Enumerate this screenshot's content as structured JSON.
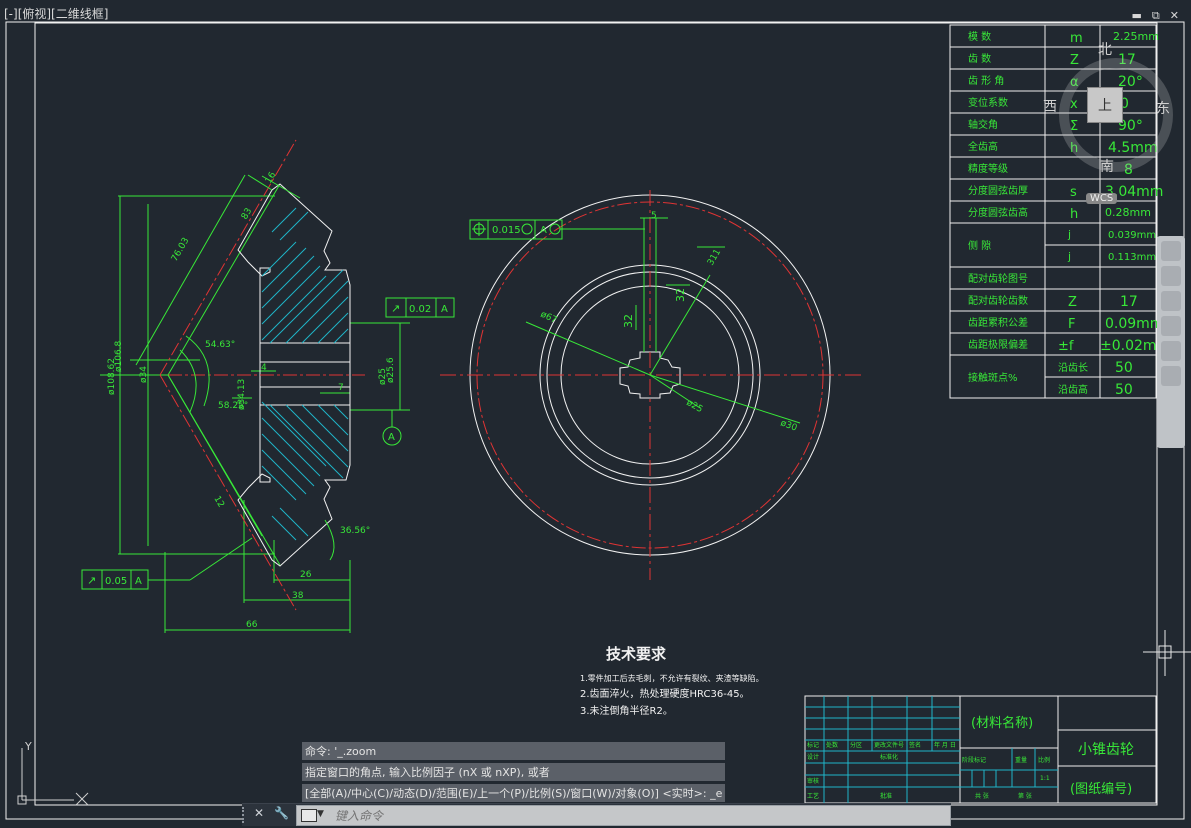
{
  "viewport": {
    "label": "[-][俯视][二维线框]",
    "controls": {
      "minimize": "▬",
      "restore": "⧉",
      "close": "✕"
    }
  },
  "viewcube": {
    "north": "北",
    "south": "南",
    "east": "东",
    "west": "西",
    "top": "上",
    "wcs": "WCS"
  },
  "ucs": {
    "y_label": "Y",
    "x_label": "X"
  },
  "drawing": {
    "tolerances": [
      {
        "value": "0.015",
        "ref": "A"
      },
      {
        "value": "0.02",
        "ref": "A"
      },
      {
        "value": "0.05",
        "ref": "A"
      }
    ],
    "datum": "A",
    "dims": {
      "d1": "16",
      "d2": "83",
      "d3": "76.03",
      "d4": "ø108.62",
      "d5": "ø106.8",
      "d6": "ø34",
      "d7": "54.63°",
      "d8": "58.25°",
      "d9": "ø34.13",
      "d10": "ø25",
      "d11": "ø25.6",
      "d12": "4",
      "d13": "7",
      "d14": "12",
      "d15": "36.56°",
      "d16": "26",
      "d17": "38",
      "d18": "66",
      "d19": "5",
      "d20": "32",
      "d21": "32",
      "d22": "311",
      "d23": "ø67",
      "d24": "ø30",
      "d25": "ø25"
    },
    "tech_title": "技术要求",
    "tech_notes": [
      "1.零件加工后去毛刺，不允许有裂纹、夹渣等缺陷。",
      "2.齿面淬火，热处理硬度HRC36-45。",
      "3.未注倒角半径R2。"
    ],
    "gear_table": [
      {
        "label": "模 数",
        "sym": "m",
        "val": "2.25mm"
      },
      {
        "label": "齿 数",
        "sym": "Z",
        "val": "17"
      },
      {
        "label": "齿 形 角",
        "sym": "α",
        "val": "20°"
      },
      {
        "label": "变位系数",
        "sym": "x",
        "val": "0"
      },
      {
        "label": "轴交角",
        "sym": "Σ",
        "val": "90°"
      },
      {
        "label": "全齿高",
        "sym": "h",
        "val": "4.5mm"
      },
      {
        "label": "精度等级",
        "sym": "",
        "val": "8"
      },
      {
        "label": "分度圆弦齿厚",
        "sym": "s",
        "val": "3.04mm"
      },
      {
        "label": "分度圆弦齿高",
        "sym": "h",
        "val": "0.28mm"
      },
      {
        "label": "侧 隙",
        "sym": "j",
        "val": "0.039mm"
      },
      {
        "label": "",
        "sym": "j",
        "val": "0.113mm"
      },
      {
        "label": "配对齿轮图号",
        "sym": "",
        "val": ""
      },
      {
        "label": "配对齿轮齿数",
        "sym": "Z",
        "val": "17"
      },
      {
        "label": "齿距累积公差",
        "sym": "F",
        "val": "0.09mm"
      },
      {
        "label": "齿距极限偏差",
        "sym": "±f",
        "val": "±0.02mm"
      },
      {
        "label": "接触斑点%",
        "sym": "沿齿长",
        "val": "50"
      },
      {
        "label": "",
        "sym": "沿齿高",
        "val": "50"
      }
    ],
    "title_block": {
      "material": "(材料名称)",
      "part_name": "小锥齿轮",
      "drawing_no": "(图纸编号)",
      "cells": [
        "标记",
        "处数",
        "分区",
        "更改文件号",
        "签名",
        "年 月 日",
        "设计",
        "标准化",
        "阶段标记",
        "重量",
        "比例",
        "审核",
        "工艺",
        "批准",
        "共 张",
        "第 张",
        "1:1"
      ]
    }
  },
  "command": {
    "history": [
      "命令: '_.zoom",
      "指定窗口的角点, 输入比例因子 (nX 或 nXP), 或者",
      "[全部(A)/中心(C)/动态(D)/范围(E)/上一个(P)/比例(S)/窗口(W)/对象(O)] <实时>: _e"
    ],
    "placeholder": "键入命令"
  }
}
